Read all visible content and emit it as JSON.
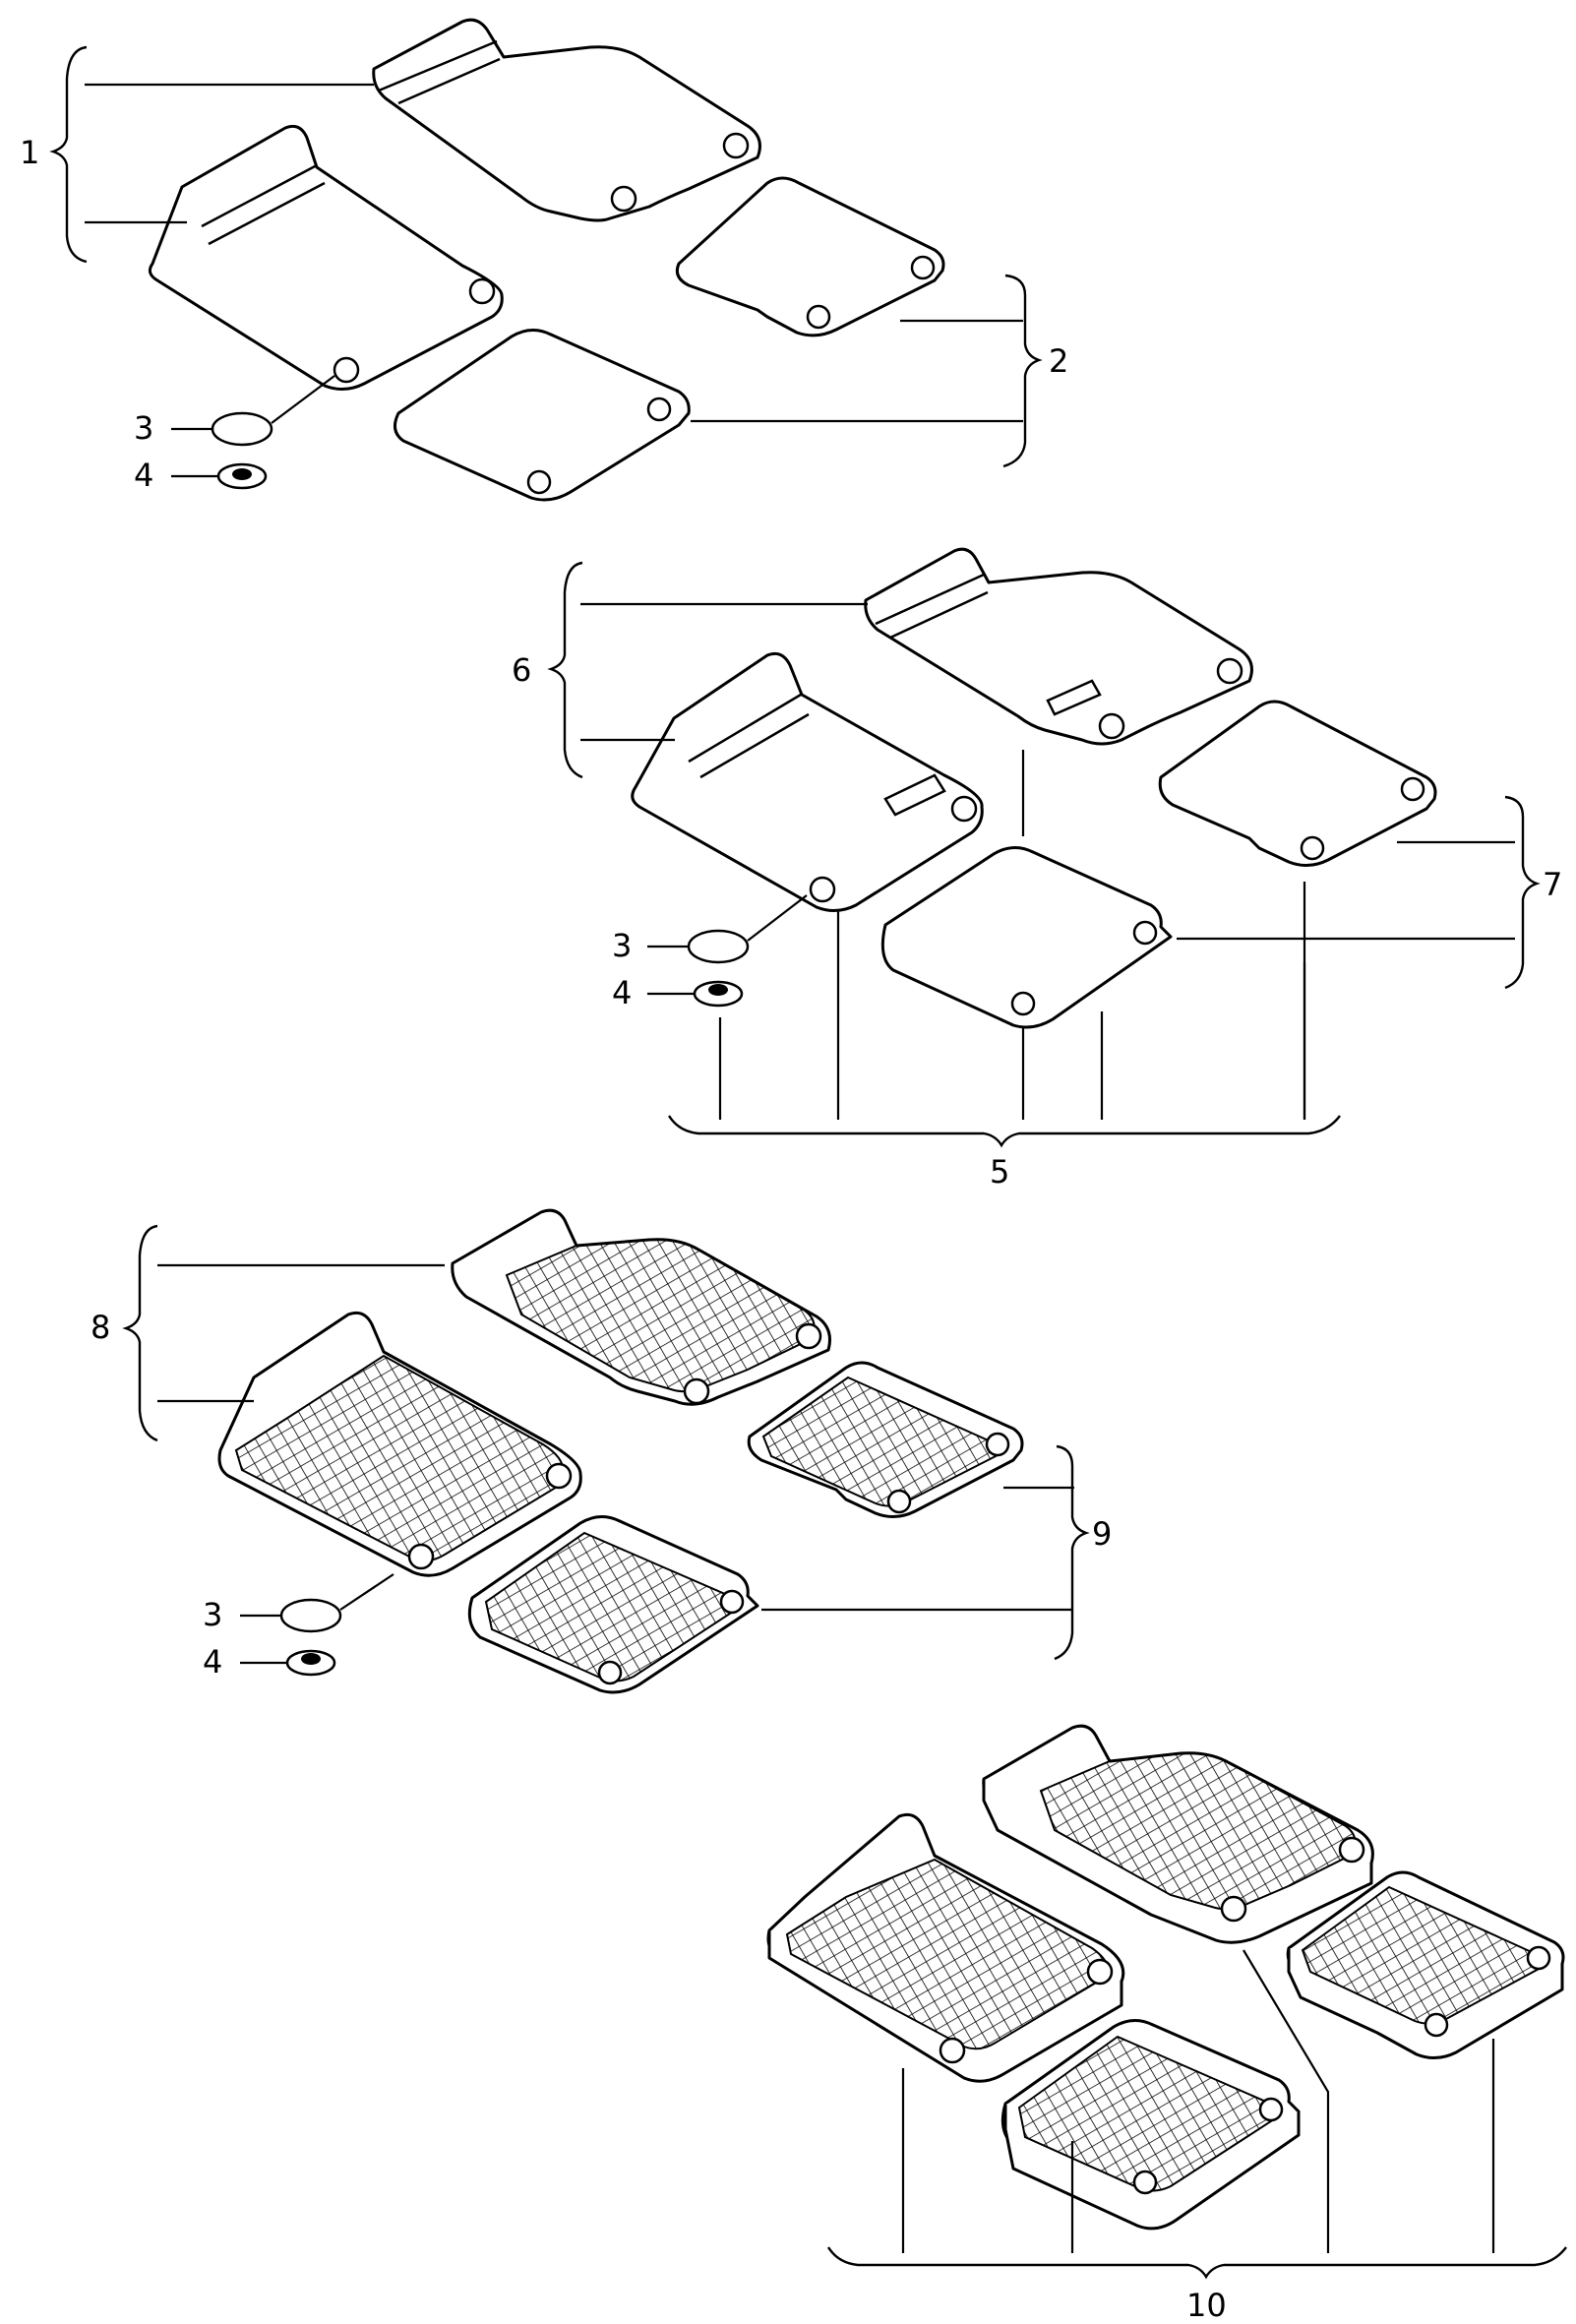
{
  "callouts": {
    "c1": "1",
    "c2": "2",
    "c3a": "3",
    "c4a": "4",
    "c5": "5",
    "c6": "6",
    "c7": "7",
    "c3b": "3",
    "c4b": "4",
    "c8": "8",
    "c9": "9",
    "c3c": "3",
    "c4c": "4",
    "c10": "10"
  }
}
